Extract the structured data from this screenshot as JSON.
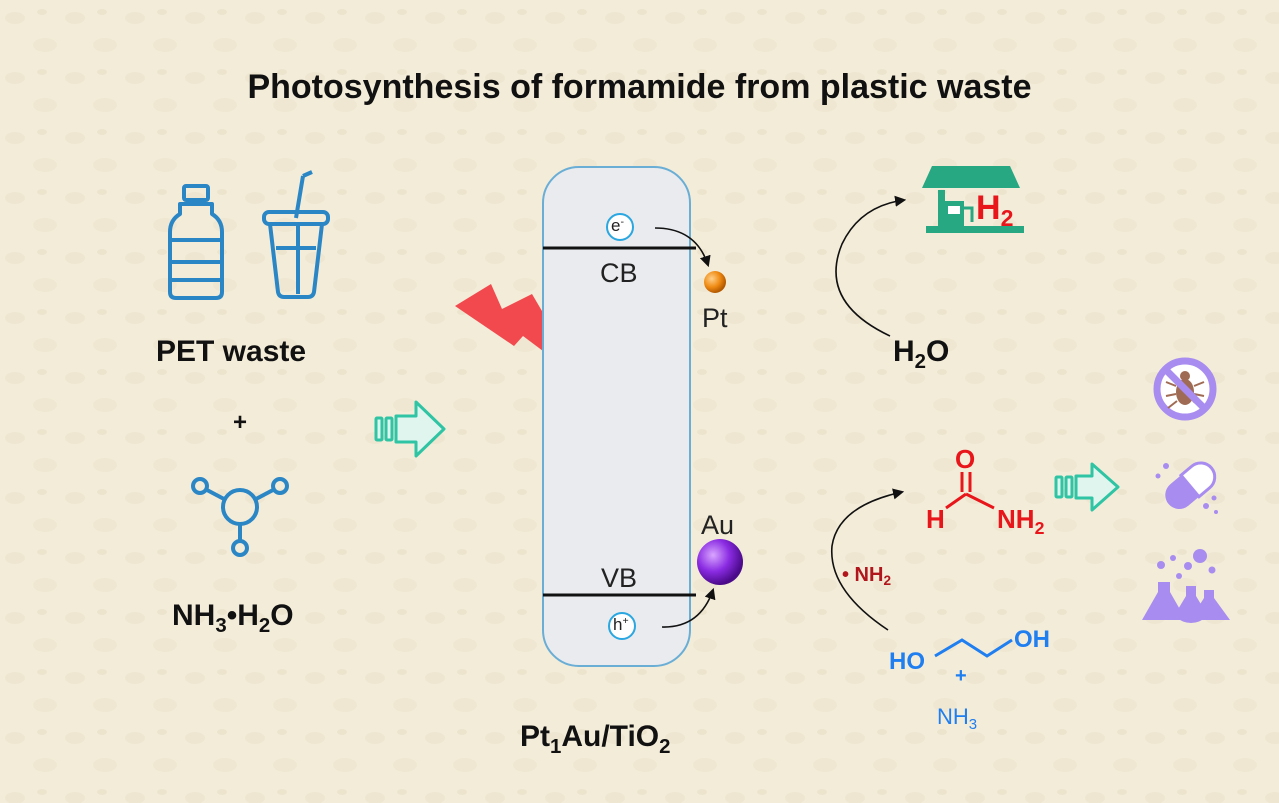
{
  "title": "Photosynthesis of formamide from plastic waste",
  "left_panel": {
    "pet_label": "PET waste",
    "plus": "+",
    "ammonia_label": {
      "base": "NH",
      "sub1": "3",
      "mid": "•H",
      "sub2": "2",
      "end": "O"
    }
  },
  "catalyst": {
    "cb_label": "CB",
    "vb_label": "VB",
    "electron": {
      "base": "e",
      "sup": "-"
    },
    "hole": {
      "base": "h",
      "sup": "+"
    },
    "pt_label": "Pt",
    "au_label": "Au",
    "name": {
      "p1": "Pt",
      "sub1": "1",
      "p2": "Au/TiO",
      "sub2": "2"
    }
  },
  "right_panel": {
    "h2_product": {
      "base": "H",
      "sub": "2"
    },
    "water": {
      "base": "H",
      "sub": "2",
      "end": "O"
    },
    "formamide": {
      "o": "O",
      "h": "H",
      "nh2_base": "NH",
      "nh2_sub": "2"
    },
    "radical": {
      "base": "• NH",
      "sub": "2"
    },
    "glycol": {
      "ho": "HO",
      "oh": "OH"
    },
    "plus": "+",
    "ammonia": {
      "base": "NH",
      "sub": "3"
    }
  },
  "colors": {
    "background": "#f3ecd9",
    "icon_blue": "#2b86c6",
    "arrow_teal": "#2ec4a4",
    "bolt_red": "#f2494e",
    "pt_orange": "#ef8a12",
    "au_purple": "#8a2be2",
    "formamide_red": "#e8161b",
    "radical_darkred": "#b0161b",
    "glycol_blue": "#1f7ef0",
    "station_green": "#27a883",
    "app_purple": "#a98cf0"
  }
}
